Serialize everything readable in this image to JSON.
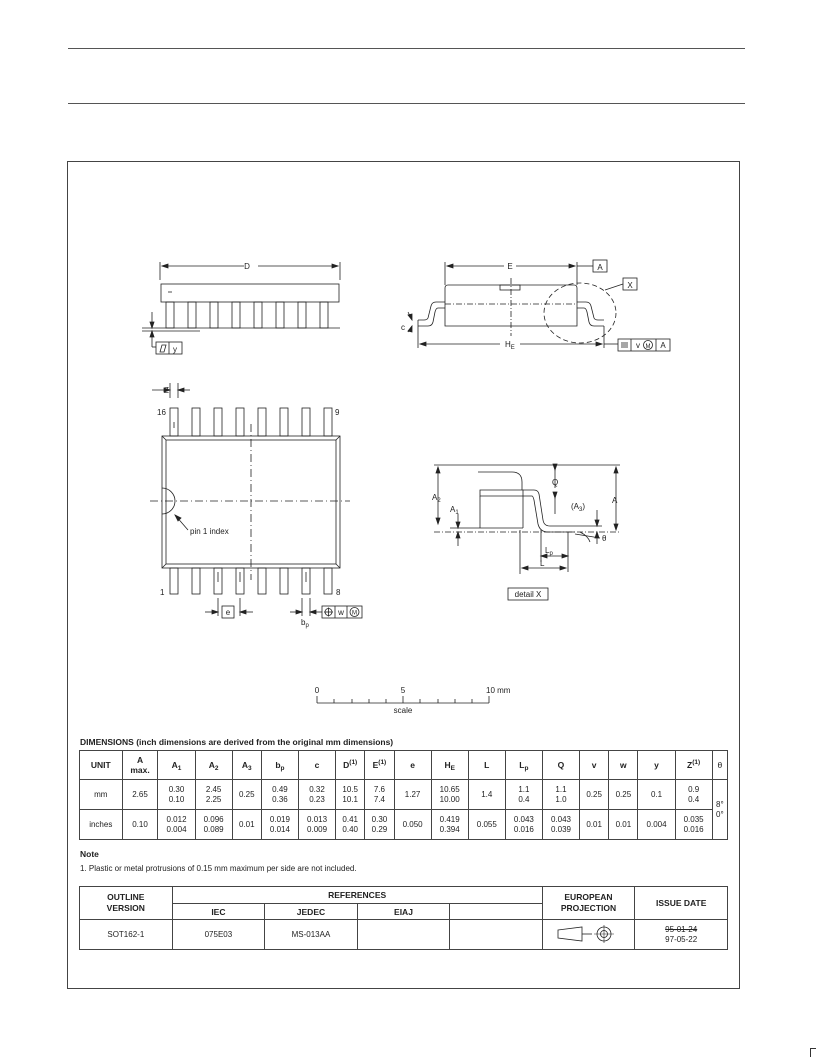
{
  "drawing": {
    "label_D": "D",
    "label_E": "E",
    "label_A": "A",
    "label_X": "X",
    "label_c": "c",
    "label_HE": "H",
    "label_HE_sub": "E",
    "label_y": "y",
    "label_v": "v",
    "label_M": "M",
    "label_Z": "Z",
    "pin_16": "16",
    "pin_9": "9",
    "pin_1": "1",
    "pin_8": "8",
    "pin1_index": "pin 1 index",
    "label_e": "e",
    "label_bp": "b",
    "label_bp_sub": "p",
    "label_w": "w",
    "label_Q": "Q",
    "label_A2": "A",
    "label_A2_sub": "2",
    "label_A1": "A",
    "label_A1_sub": "1",
    "label_A3": "(A",
    "label_A3_sub": "3",
    "label_A3_close": ")",
    "label_theta": "θ",
    "label_Lp": "L",
    "label_Lp_sub": "p",
    "label_L": "L",
    "detail_x": "detail X"
  },
  "scale": {
    "tick0": "0",
    "tick5": "5",
    "tick10": "10 mm",
    "label": "scale"
  },
  "dimensions": {
    "title": "DIMENSIONS (inch dimensions are derived from the original mm dimensions)",
    "header": {
      "unit": "UNIT",
      "a_max_1": "A",
      "a_max_2": "max.",
      "a1": "A",
      "a1_sub": "1",
      "a2": "A",
      "a2_sub": "2",
      "a3": "A",
      "a3_sub": "3",
      "bp": "b",
      "bp_sub": "p",
      "c": "c",
      "d": "D",
      "d_sup": "(1)",
      "e_cap": "E",
      "e_cap_sup": "(1)",
      "e": "e",
      "he": "H",
      "he_sub": "E",
      "l": "L",
      "lp": "L",
      "lp_sub": "p",
      "q": "Q",
      "v": "v",
      "w": "w",
      "y": "y",
      "z": "Z",
      "z_sup": "(1)",
      "theta": "θ"
    },
    "mm": {
      "unit": "mm",
      "a": "2.65",
      "a1_max": "0.30",
      "a1_min": "0.10",
      "a2_max": "2.45",
      "a2_min": "2.25",
      "a3": "0.25",
      "bp_max": "0.49",
      "bp_min": "0.36",
      "c_max": "0.32",
      "c_min": "0.23",
      "d_max": "10.5",
      "d_min": "10.1",
      "e_cap_max": "7.6",
      "e_cap_min": "7.4",
      "e": "1.27",
      "he_max": "10.65",
      "he_min": "10.00",
      "l": "1.4",
      "lp_max": "1.1",
      "lp_min": "0.4",
      "q_max": "1.1",
      "q_min": "1.0",
      "v": "0.25",
      "w": "0.25",
      "y": "0.1",
      "z_max": "0.9",
      "z_min": "0.4"
    },
    "inches": {
      "unit": "inches",
      "a": "0.10",
      "a1_max": "0.012",
      "a1_min": "0.004",
      "a2_max": "0.096",
      "a2_min": "0.089",
      "a3": "0.01",
      "bp_max": "0.019",
      "bp_min": "0.014",
      "c_max": "0.013",
      "c_min": "0.009",
      "d_max": "0.41",
      "d_min": "0.40",
      "e_cap_max": "0.30",
      "e_cap_min": "0.29",
      "e": "0.050",
      "he_max": "0.419",
      "he_min": "0.394",
      "l": "0.055",
      "lp_max": "0.043",
      "lp_min": "0.016",
      "q_max": "0.043",
      "q_min": "0.039",
      "v": "0.01",
      "w": "0.01",
      "y": "0.004",
      "z_max": "0.035",
      "z_min": "0.016"
    },
    "theta_max": "8°",
    "theta_min": "0°"
  },
  "note": {
    "heading": "Note",
    "text": "1. Plastic or metal protrusions of 0.15 mm maximum per side are not included."
  },
  "references": {
    "outline_1": "OUTLINE",
    "outline_2": "VERSION",
    "refs": "REFERENCES",
    "iec": "IEC",
    "jedec": "JEDEC",
    "eiaj": "EIAJ",
    "proj_1": "EUROPEAN",
    "proj_2": "PROJECTION",
    "issue": "ISSUE DATE",
    "row": {
      "outline": "SOT162-1",
      "iec": "075E03",
      "jedec": "MS-013AA",
      "eiaj": "",
      "blank": "",
      "issue_old": "95-01-24",
      "issue_new": "97-05-22"
    }
  }
}
